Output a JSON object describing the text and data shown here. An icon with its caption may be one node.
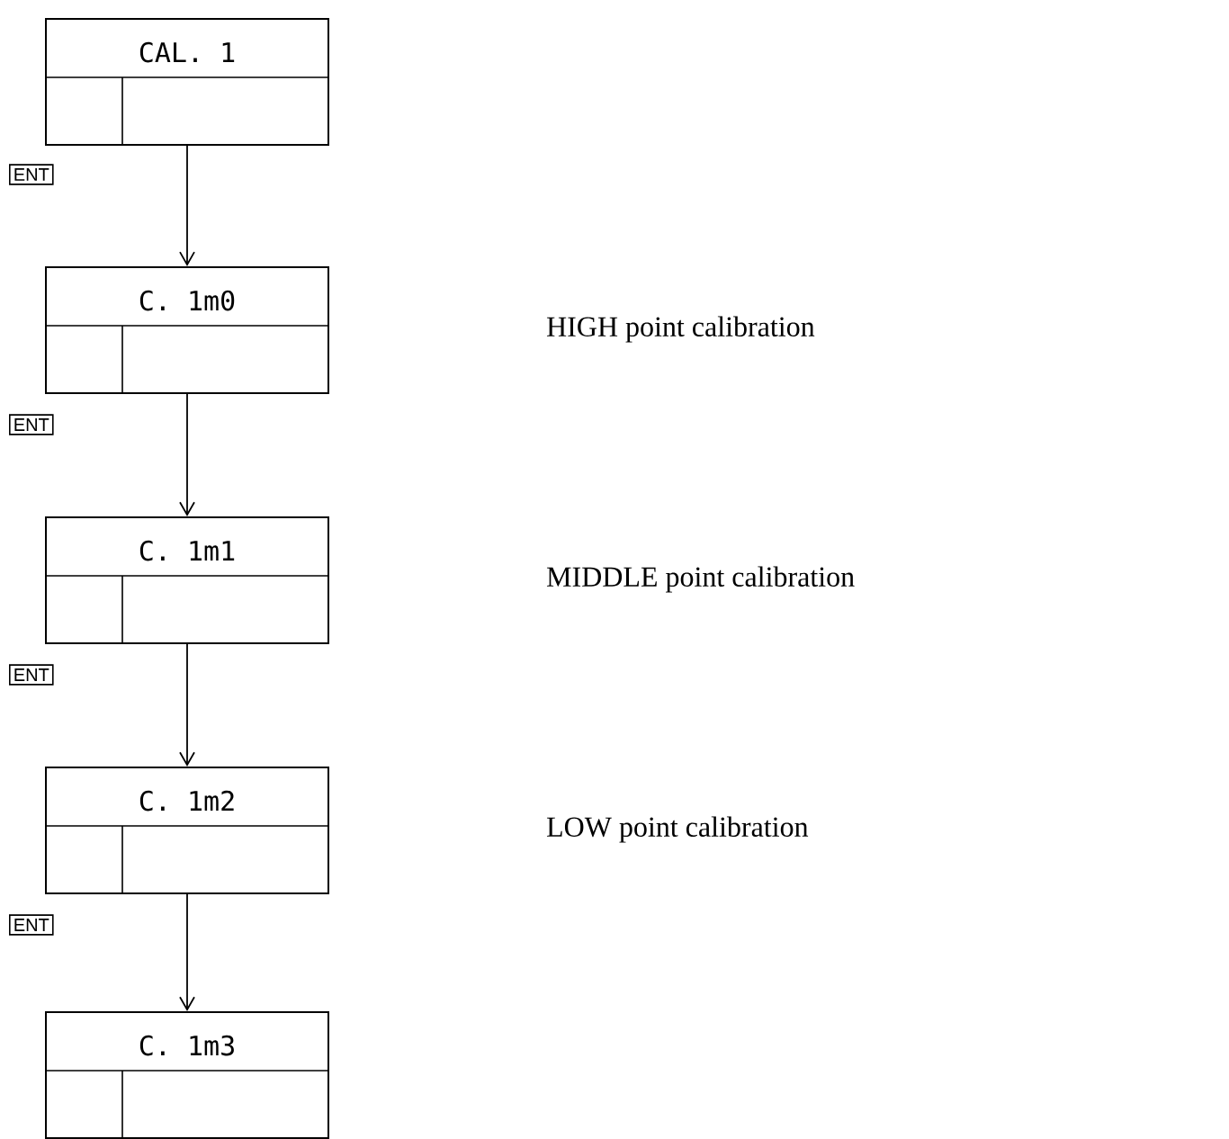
{
  "diagram": {
    "nodes": [
      {
        "text": [
          "CAL. 1"
        ]
      },
      {
        "text": [
          "C. 1m0"
        ]
      },
      {
        "text": [
          "C. 1m1"
        ]
      },
      {
        "text": [
          "C. 1m2"
        ]
      },
      {
        "text": [
          "C. 1m3"
        ]
      }
    ],
    "edges": [
      {
        "from": 0,
        "to": 1,
        "arrow": "to"
      },
      {
        "from": 1,
        "to": 2,
        "arrow": "to"
      },
      {
        "from": 2,
        "to": 3,
        "arrow": "to"
      },
      {
        "from": 3,
        "to": 4,
        "arrow": "to"
      }
    ],
    "labels": [
      "ENT",
      "HIGH point calibration",
      "ENT",
      "MIDDLE point calibration",
      "ENT",
      "LOW point calibration",
      "ENT"
    ]
  }
}
